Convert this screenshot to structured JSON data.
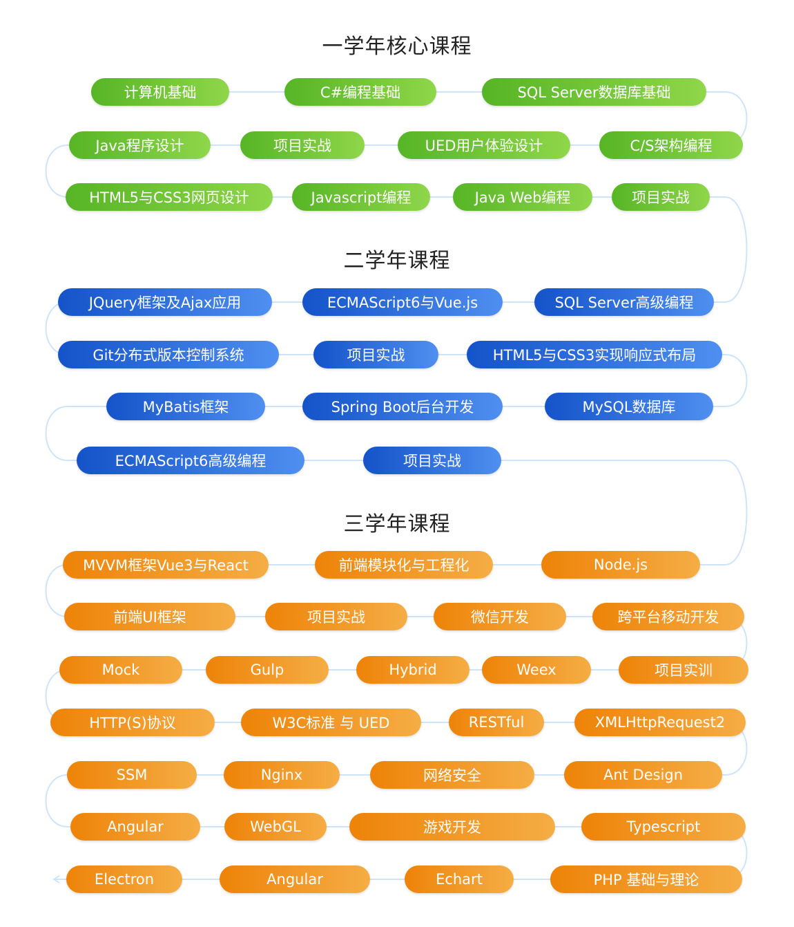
{
  "colors": {
    "green": "#6cc436",
    "blue": "#2f6fe0",
    "orange": "#f29a1f",
    "connector": "#cfe3fa"
  },
  "sections": [
    {
      "title": "一学年核心课程",
      "color": "green",
      "rows": [
        [
          "计算机基础",
          "C#编程基础",
          "SQL Server数据库基础"
        ],
        [
          "Java程序设计",
          "项目实战",
          "UED用户体验设计",
          "C/S架构编程"
        ],
        [
          "HTML5与CSS3网页设计",
          "Javascript编程",
          "Java Web编程",
          "项目实战"
        ]
      ]
    },
    {
      "title": "二学年课程",
      "color": "blue",
      "rows": [
        [
          "JQuery框架及Ajax应用",
          "ECMAScript6与Vue.js",
          "SQL Server高级编程"
        ],
        [
          "Git分布式版本控制系统",
          "项目实战",
          "HTML5与CSS3实现响应式布局"
        ],
        [
          "MyBatis框架",
          "Spring Boot后台开发",
          "MySQL数据库"
        ],
        [
          "ECMAScript6高级编程",
          "项目实战"
        ]
      ]
    },
    {
      "title": "三学年课程",
      "color": "orange",
      "rows": [
        [
          "MVVM框架Vue3与React",
          "前端模块化与工程化",
          "Node.js"
        ],
        [
          "前端UI框架",
          "项目实战",
          "微信开发",
          "跨平台移动开发"
        ],
        [
          "Mock",
          "Gulp",
          "Hybrid",
          "Weex",
          "项目实训"
        ],
        [
          "HTTP(S)协议",
          "W3C标准  与   UED",
          "RESTful",
          "XMLHttpRequest2"
        ],
        [
          "SSM",
          "Nginx",
          "网络安全",
          "Ant Design"
        ],
        [
          "Angular",
          "WebGL",
          "游戏开发",
          "Typescript"
        ],
        [
          "Electron",
          "Angular",
          "Echart",
          "PHP 基础与理论"
        ]
      ]
    }
  ]
}
